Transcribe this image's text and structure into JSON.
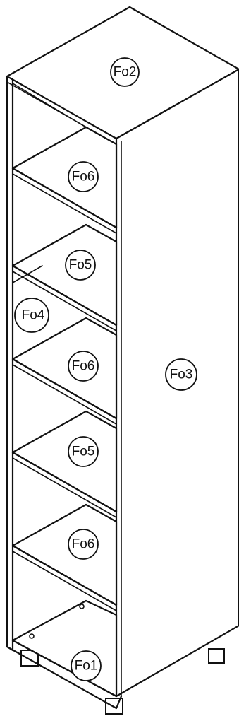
{
  "parts": [
    {
      "id": "top-panel",
      "label": "Fo2"
    },
    {
      "id": "shelf-1",
      "label": "Fo6"
    },
    {
      "id": "shelf-2",
      "label": "Fo5"
    },
    {
      "id": "back-panel",
      "label": "Fo4"
    },
    {
      "id": "shelf-3",
      "label": "Fo6"
    },
    {
      "id": "side-panel",
      "label": "Fo3"
    },
    {
      "id": "shelf-4",
      "label": "Fo5"
    },
    {
      "id": "shelf-5",
      "label": "Fo6"
    },
    {
      "id": "bottom-panel",
      "label": "Fo1"
    }
  ]
}
